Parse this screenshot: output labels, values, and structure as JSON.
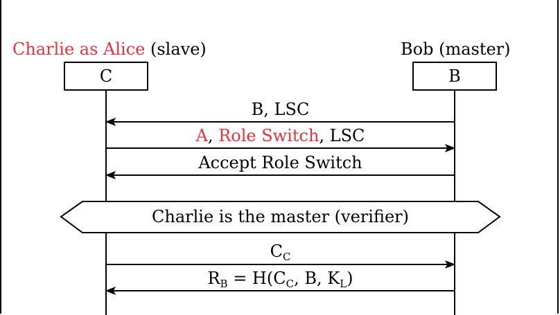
{
  "colors": {
    "accent": "#e8333a"
  },
  "participants": {
    "left": {
      "name_red": "Charlie as Alice",
      "name_rest": " (slave)",
      "box": "C"
    },
    "right": {
      "name": "Bob (master)",
      "box": "B"
    }
  },
  "messages": [
    {
      "parts": [
        {
          "text": "B, LSC",
          "red": false
        }
      ],
      "direction": "right-to-left"
    },
    {
      "parts": [
        {
          "text": "A",
          "red": true
        },
        {
          "text": ", ",
          "red": false
        },
        {
          "text": "Role Switch",
          "red": true
        },
        {
          "text": ", LSC",
          "red": false
        }
      ],
      "direction": "left-to-right"
    },
    {
      "parts": [
        {
          "text": "Accept Role Switch",
          "red": false
        }
      ],
      "direction": "right-to-left"
    }
  ],
  "note": "Charlie is the master (verifier)",
  "post_messages": [
    {
      "base": "C",
      "sub": "C",
      "direction": "left-to-right"
    },
    {
      "r_base": "R",
      "r_sub": "B",
      "eq": " = H(",
      "c_base": "C",
      "c_sub": "C",
      "mid": ", B, ",
      "k_base": "K",
      "k_sub": "L",
      "close": ")",
      "direction": "right-to-left"
    }
  ]
}
